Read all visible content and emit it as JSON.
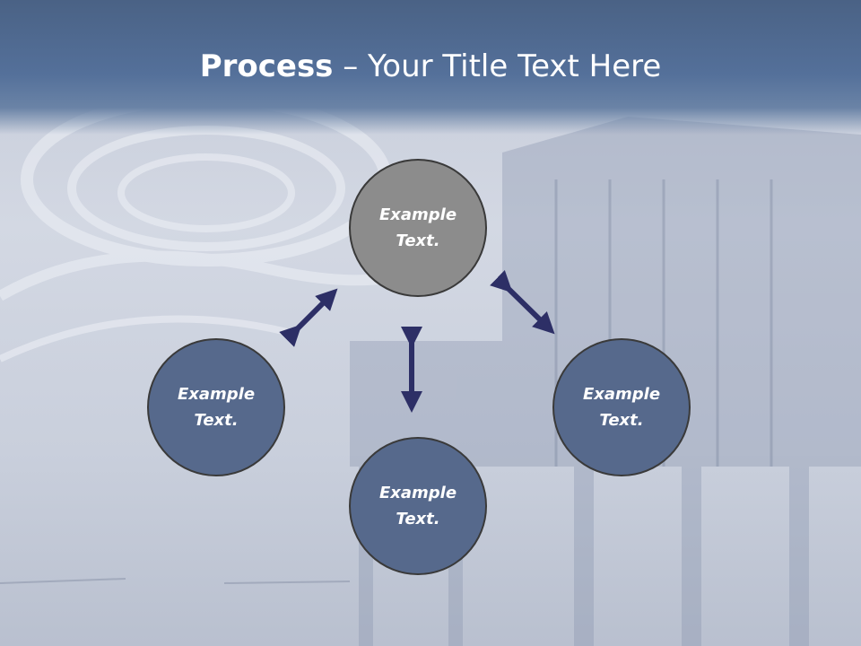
{
  "title": {
    "bold": "Process",
    "rest": " – Your Title Text Here"
  },
  "nodes": {
    "top": {
      "line1": "Example",
      "line2": "Text."
    },
    "left": {
      "line1": "Example",
      "line2": "Text."
    },
    "bottom": {
      "line1": "Example",
      "line2": "Text."
    },
    "right": {
      "line1": "Example",
      "line2": "Text."
    }
  },
  "colors": {
    "title_band": "#54709a",
    "center_node": "#8c8c8c",
    "outer_node": "#56698c",
    "arrow": "#2d2f66"
  }
}
